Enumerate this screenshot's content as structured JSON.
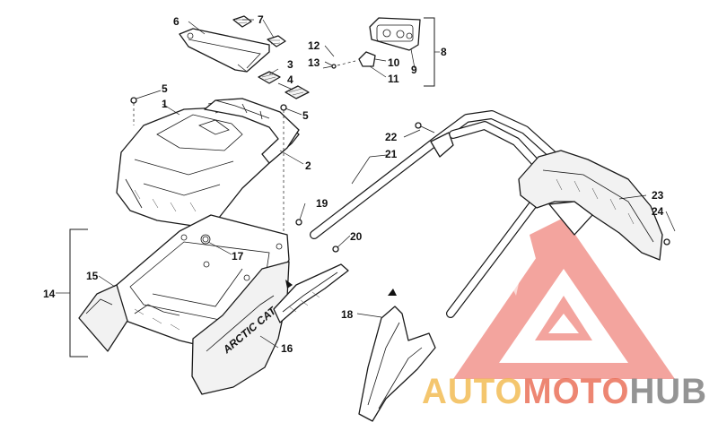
{
  "diagram": {
    "callouts": {
      "c1": "1",
      "c2": "2",
      "c3": "3",
      "c4": "4",
      "c5a": "5",
      "c5b": "5",
      "c6": "6",
      "c7": "7",
      "c8": "8",
      "c9": "9",
      "c10": "10",
      "c11": "11",
      "c12": "12",
      "c13": "13",
      "c14": "14",
      "c15": "15",
      "c16": "16",
      "c17": "17",
      "c18": "18",
      "c19": "19",
      "c20": "20",
      "c21": "21",
      "c22": "22",
      "c23": "23",
      "c24": "24"
    },
    "decal_text": "ARCTIC CAT"
  },
  "watermark": {
    "part_auto": "AUTO",
    "part_moto": "MOTO",
    "part_hub": "HUB",
    "colors": {
      "auto": "#f2b84b",
      "moto": "#e9694f",
      "hub": "#7a7a7a",
      "logo": "#ea5b4f"
    }
  }
}
